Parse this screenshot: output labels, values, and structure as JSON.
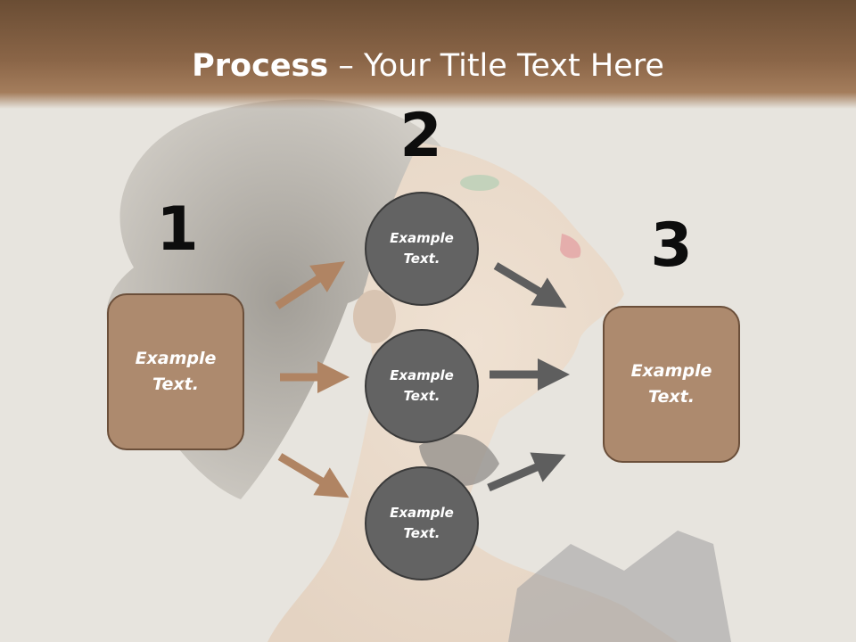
{
  "title": {
    "bold": "Process",
    "rest": " – Your Title Text Here"
  },
  "steps": {
    "one": "1",
    "two": "2",
    "three": "3"
  },
  "boxes": {
    "left": "Example Text.",
    "right": "Example Text."
  },
  "circles": {
    "top": "Example Text.",
    "middle": "Example Text.",
    "bottom": "Example Text."
  },
  "colors": {
    "title_bar": "#8a6547",
    "box_fill": "#ad8a6e",
    "circle_fill": "#636363",
    "arrow_brown": "#b08463",
    "arrow_gray": "#5e5e5e"
  }
}
